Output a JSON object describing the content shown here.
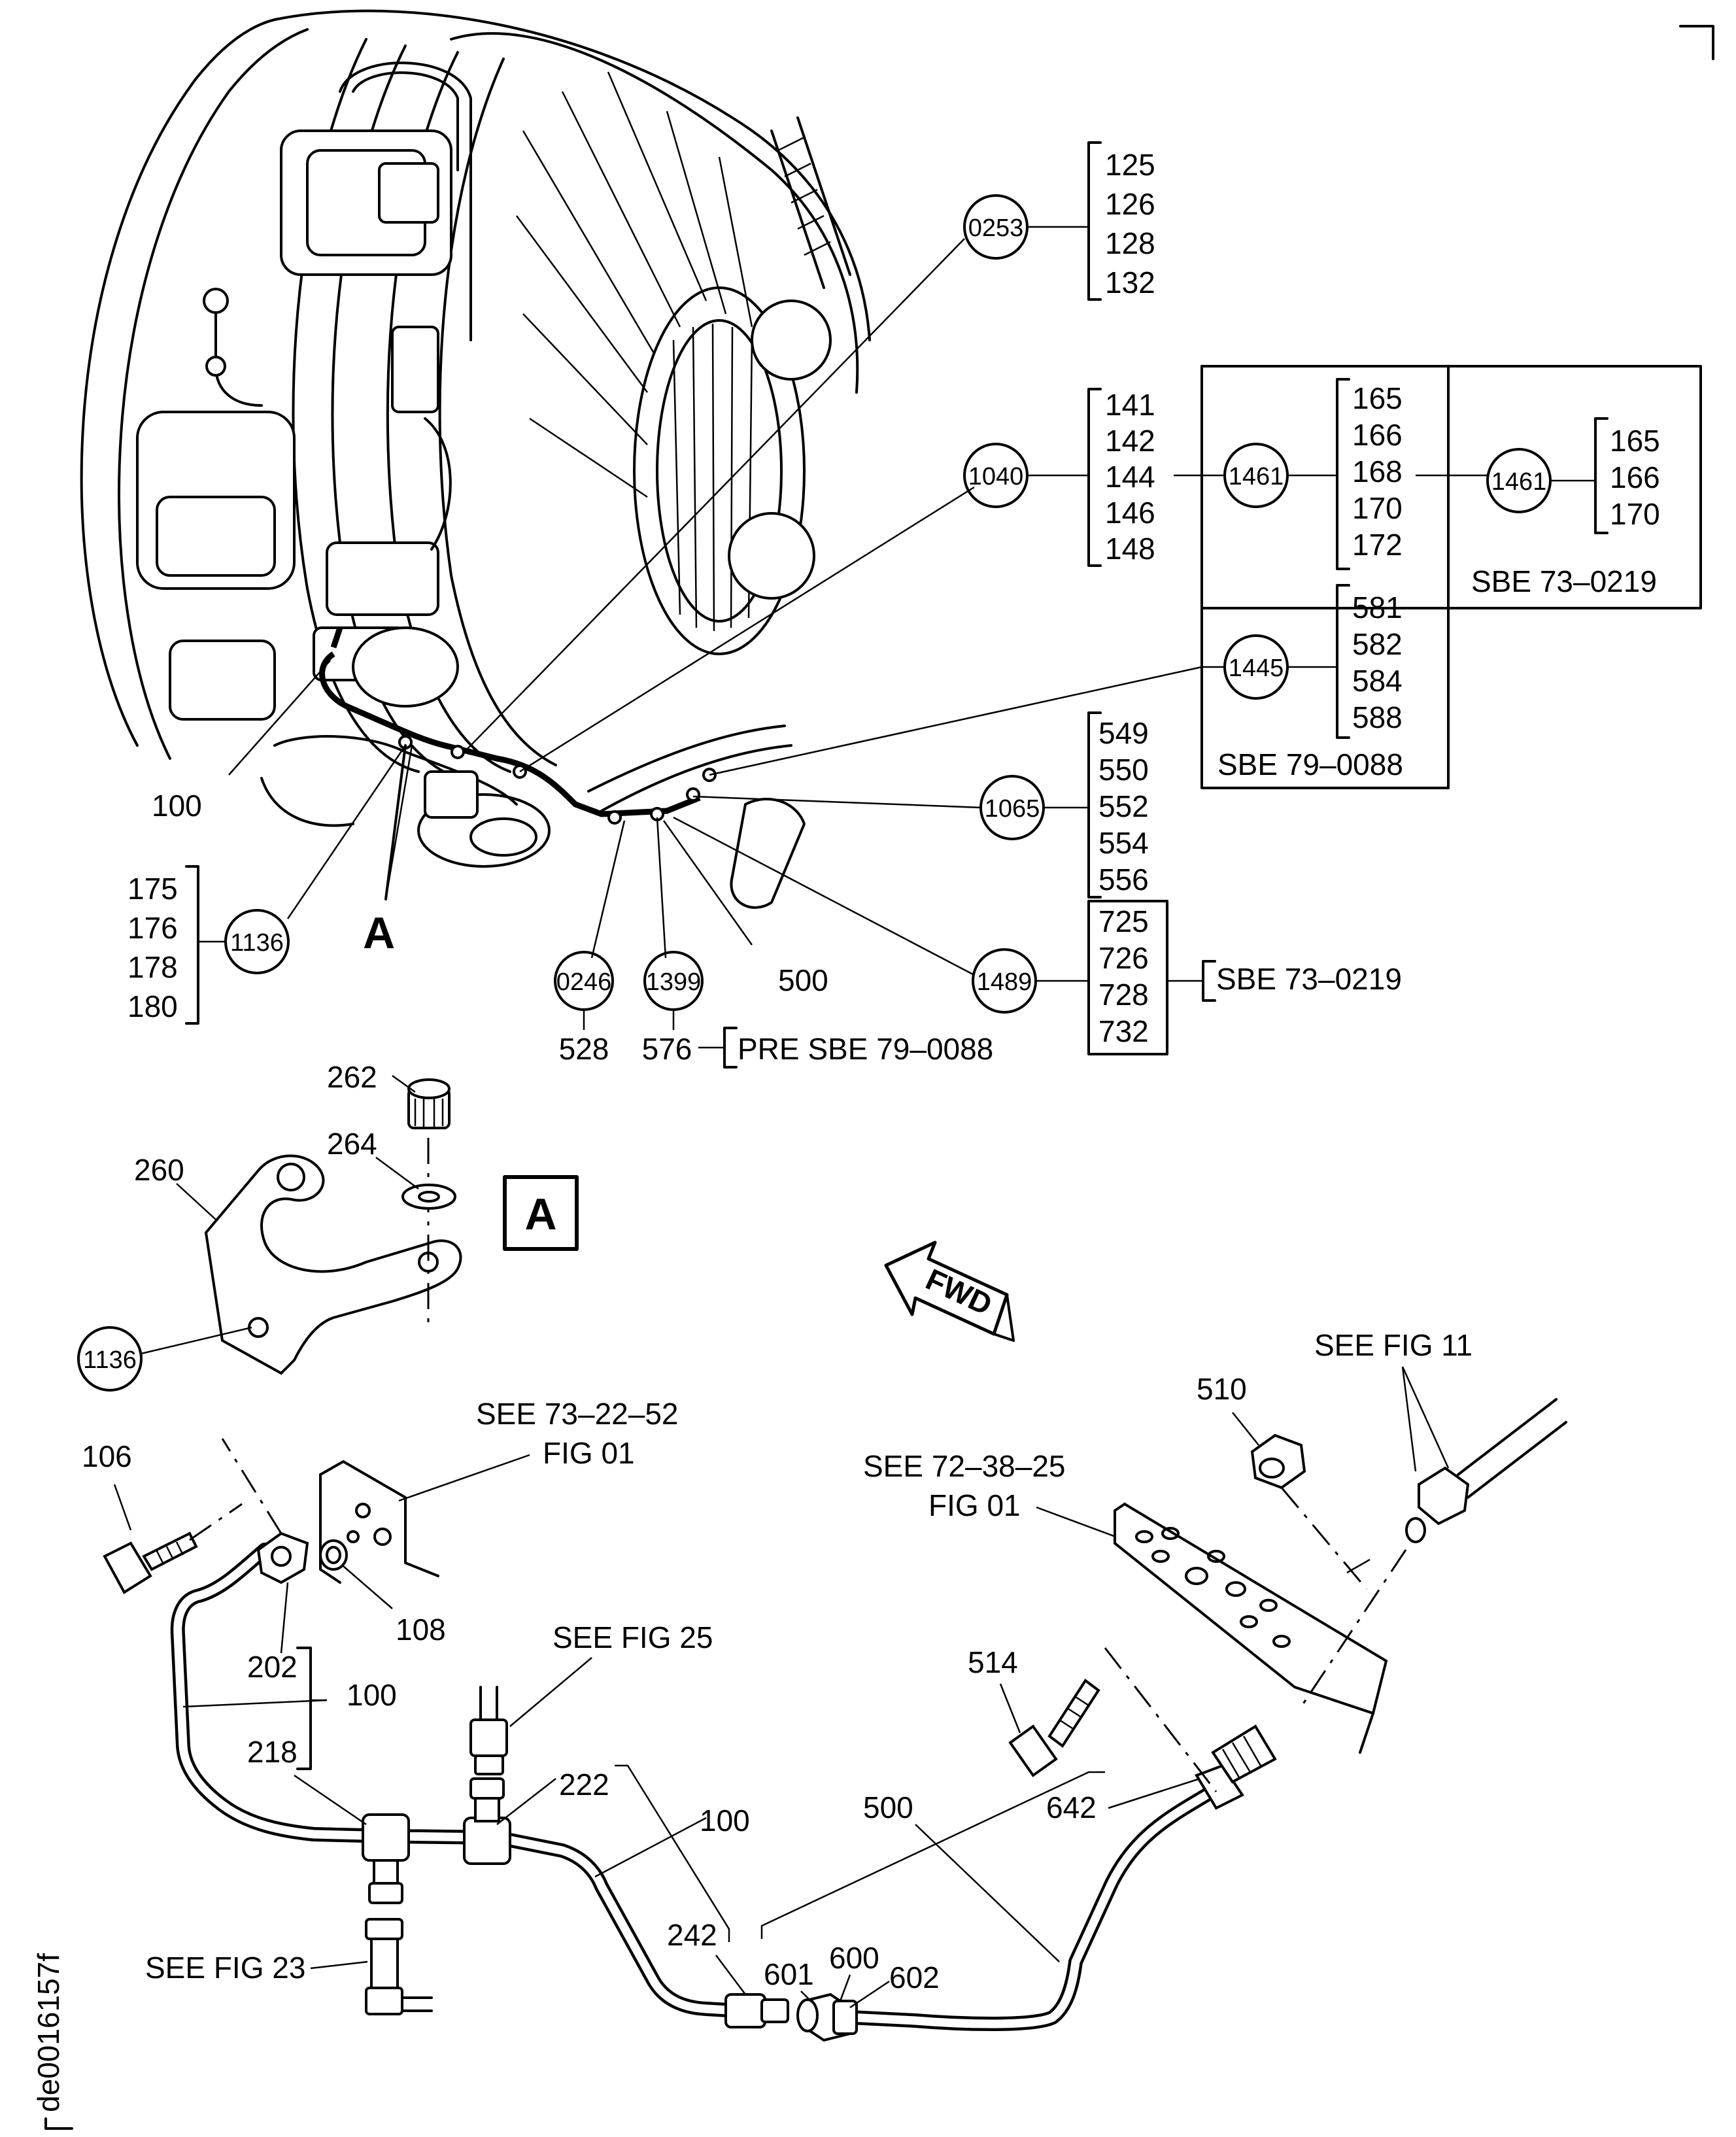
{
  "drawing_id": "de0016157f",
  "view_label": "A",
  "fwd_label": "FWD",
  "callouts": {
    "c0253": "0253",
    "c1040": "1040",
    "c1461a": "1461",
    "c1461b": "1461",
    "c1445": "1445",
    "c1065": "1065",
    "c1489": "1489",
    "c1136a": "1136",
    "c1136b": "1136",
    "c0246": "0246",
    "c1399": "1399"
  },
  "groups": {
    "g0253": [
      "125",
      "126",
      "128",
      "132"
    ],
    "g1040": [
      "141",
      "142",
      "144",
      "146",
      "148"
    ],
    "g1461a": [
      "165",
      "166",
      "168",
      "170",
      "172"
    ],
    "g1461b": [
      "165",
      "166",
      "170"
    ],
    "g1445": [
      "581",
      "582",
      "584",
      "588"
    ],
    "g1065": [
      "549",
      "550",
      "552",
      "554",
      "556"
    ],
    "g1489": [
      "725",
      "726",
      "728",
      "732"
    ],
    "g1136": [
      "175",
      "176",
      "178",
      "180"
    ]
  },
  "notes": {
    "sbe_73_0219_box": "SBE 73–0219",
    "sbe_79_0088_box": "SBE 79–0088",
    "sbe_73_0219_side": "SBE 73–0219",
    "pre_sbe_79_0088": "PRE SBE 79–0088",
    "see_73_22_52": "SEE 73–22–52",
    "fig_01_a": "FIG 01",
    "see_72_38_25": "SEE 72–38–25",
    "fig_01_b": "FIG 01",
    "see_fig_11": "SEE FIG 11",
    "see_fig_25": "SEE FIG 25",
    "see_fig_23": "SEE FIG 23"
  },
  "part_numbers": {
    "p100a": "100",
    "p528": "528",
    "p576": "576",
    "p500a": "500",
    "p262": "262",
    "p264": "264",
    "p260": "260",
    "p106": "106",
    "p108": "108",
    "p202": "202",
    "p100b": "100",
    "p218": "218",
    "p222": "222",
    "p100c": "100",
    "p242": "242",
    "p601": "601",
    "p600": "600",
    "p602": "602",
    "p500b": "500",
    "p642": "642",
    "p514": "514",
    "p510": "510"
  }
}
